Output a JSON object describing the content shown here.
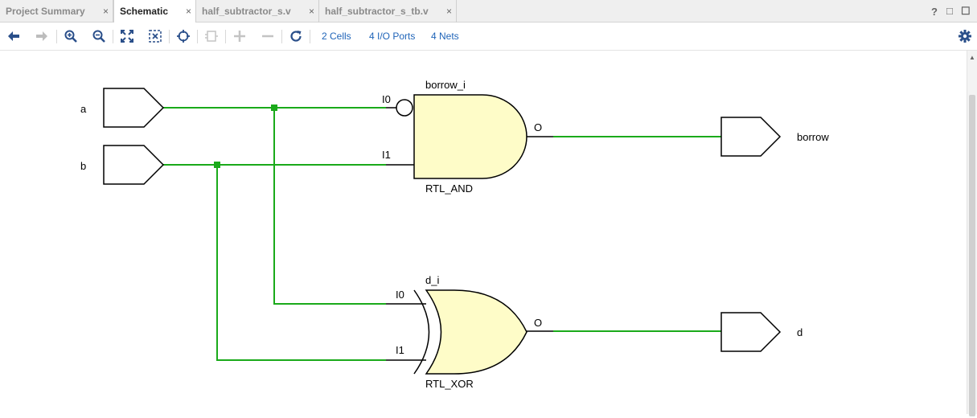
{
  "tabs": [
    {
      "label": "Project Summary",
      "active": false
    },
    {
      "label": "Schematic",
      "active": true
    },
    {
      "label": "half_subtractor_s.v",
      "active": false
    },
    {
      "label": "half_subtractor_s_tb.v",
      "active": false
    }
  ],
  "tab_close_glyph": "×",
  "window_controls": {
    "help": "?",
    "restore": "□",
    "maximize": "☐"
  },
  "toolbar": {
    "buttons": [
      "back-icon",
      "forward-icon",
      "zoom-in-icon",
      "zoom-out-icon",
      "zoom-fit-icon",
      "fit-selection-icon",
      "auto-fit-icon",
      "collapse-icon",
      "expand-plus-icon",
      "collapse-minus-icon",
      "reload-icon"
    ],
    "cells": "2 Cells",
    "io_ports": "4 I/O Ports",
    "nets": "4 Nets",
    "settings_icon": "gear-icon"
  },
  "schematic": {
    "input_ports": [
      "a",
      "b"
    ],
    "output_ports": [
      "borrow",
      "d"
    ],
    "and_gate": {
      "instance": "borrow_i",
      "type": "RTL_AND",
      "in0": "I0",
      "in1": "I1",
      "out": "O"
    },
    "xor_gate": {
      "instance": "d_i",
      "type": "RTL_XOR",
      "in0": "I0",
      "in1": "I1",
      "out": "O"
    },
    "colors": {
      "wire": "#1aaa1a",
      "gate_fill": "#fefcc8",
      "outline": "#000000",
      "link": "#1f64b8"
    }
  }
}
